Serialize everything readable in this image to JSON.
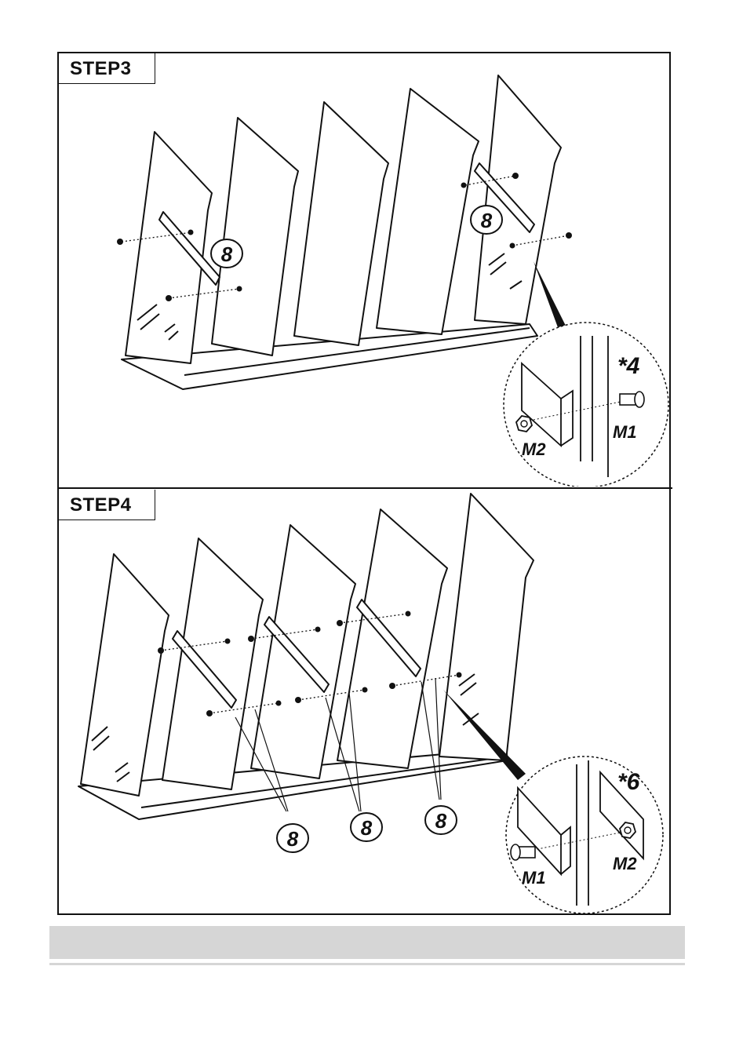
{
  "steps": [
    {
      "label": "STEP3",
      "part_number": "8",
      "detail": {
        "quantity": "*4",
        "screw": "M1",
        "nut": "M2"
      }
    },
    {
      "label": "STEP4",
      "part_number": "8",
      "detail": {
        "quantity": "*6",
        "screw": "M1",
        "nut": "M2"
      }
    }
  ]
}
